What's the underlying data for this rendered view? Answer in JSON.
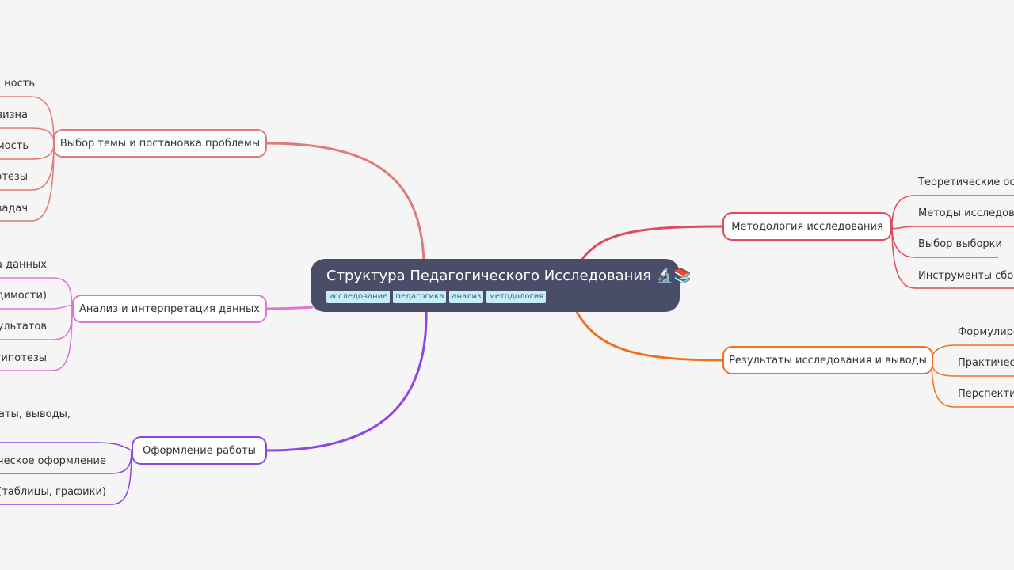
{
  "center": {
    "title": "Структура Педагогического Исследования 🔬📚",
    "tags": [
      "исследование",
      "педагогика",
      "анализ",
      "методология"
    ]
  },
  "branches": [
    {
      "id": "topic",
      "label": "Выбор темы и постановка проблемы",
      "color": "#e07a7a",
      "children": [
        "ность",
        "визна",
        "мость",
        "отезы",
        "задач"
      ]
    },
    {
      "id": "analysis",
      "label": "Анализ и интерпретация данных",
      "color": "#e074d6",
      "children": [
        "ка данных",
        "димости)",
        "ультатов",
        "гипотезы"
      ]
    },
    {
      "id": "formatting",
      "label": "Оформление работы",
      "color": "#8e44e8",
      "children": [
        "таты, выводы,",
        "ическое оформление",
        "в (таблицы, графики)"
      ]
    },
    {
      "id": "methodology",
      "label": "Методология исследования",
      "color": "#e04a5c",
      "children": [
        "Теоретические осно",
        "Методы исследован",
        "Выбор выборки",
        "Инструменты сбора"
      ]
    },
    {
      "id": "results",
      "label": "Результаты исследования и выводы",
      "color": "#f07020",
      "children": [
        "Формулиро",
        "Практическ",
        "Перспектив"
      ]
    }
  ]
}
